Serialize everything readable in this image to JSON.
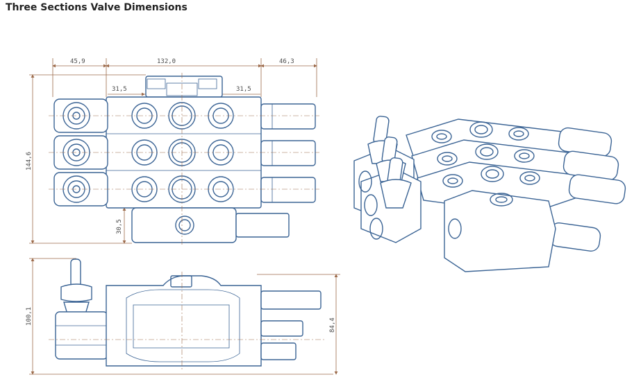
{
  "title": "Three Sections Valve Dimensions",
  "colors": {
    "line": "#3a6394",
    "dimension": "#9c6a4a",
    "title": "#222222"
  },
  "dimensions": {
    "left_overhang": "45,9",
    "body_width": "132,0",
    "right_overhang": "46,3",
    "port_pitch_left": "31,5",
    "port_pitch_right": "31,5",
    "overall_height": "144,6",
    "inlet_offset": "30,5",
    "side_height": "100,1",
    "side_body_height": "84,4"
  },
  "views": [
    "top-view",
    "side-view",
    "isometric-view"
  ]
}
